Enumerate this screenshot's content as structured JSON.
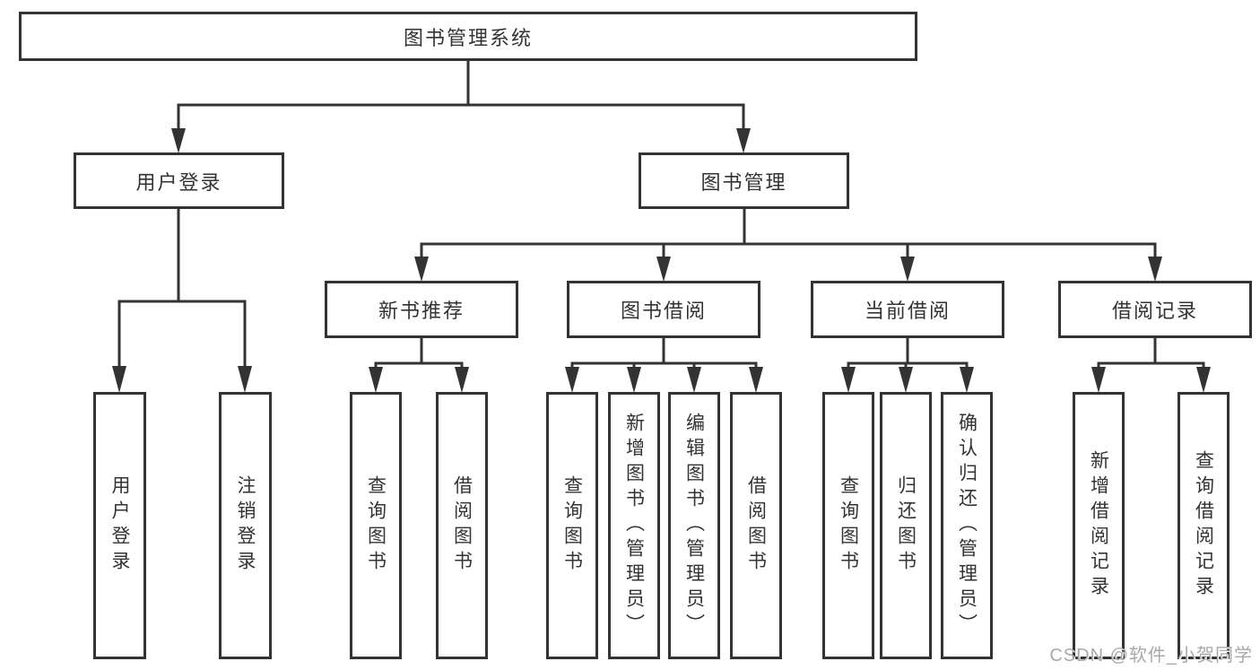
{
  "diagram": {
    "root": {
      "label": "图书管理系统"
    },
    "level2": [
      {
        "label": "用户登录"
      },
      {
        "label": "图书管理"
      }
    ],
    "level3": [
      {
        "label": "新书推荐"
      },
      {
        "label": "图书借阅"
      },
      {
        "label": "当前借阅"
      },
      {
        "label": "借阅记录"
      }
    ],
    "leaves": [
      {
        "label": "用户登录"
      },
      {
        "label": "注销登录"
      },
      {
        "label": "查询图书"
      },
      {
        "label": "借阅图书"
      },
      {
        "label": "查询图书"
      },
      {
        "label": "新增图书（管理员）"
      },
      {
        "label": "编辑图书（管理员）"
      },
      {
        "label": "借阅图书"
      },
      {
        "label": "查询图书"
      },
      {
        "label": "归还图书"
      },
      {
        "label": "确认归还（管理员）"
      },
      {
        "label": "新增借阅记录"
      },
      {
        "label": "查询借阅记录"
      }
    ]
  },
  "watermark": {
    "text": "CSDN @软件_小贺同学"
  },
  "colors": {
    "line": "#333333",
    "text": "#333333",
    "box_background": "#ffffff",
    "watermark": "#a9a9ad",
    "background": "#ffffff"
  }
}
